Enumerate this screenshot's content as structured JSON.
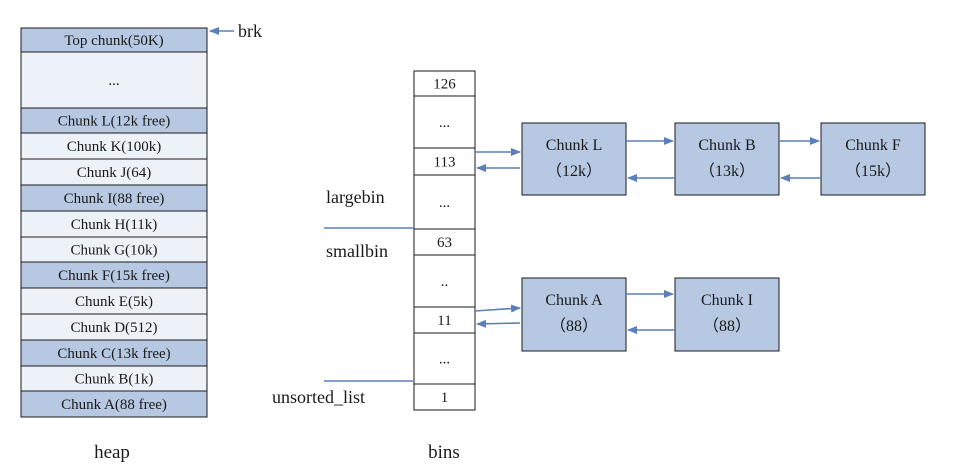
{
  "heap": {
    "brk_label": "brk",
    "caption": "heap",
    "cells": [
      {
        "label": "Top chunk(50K)",
        "kind": "free"
      },
      {
        "label": "...",
        "kind": "blank"
      },
      {
        "label": "Chunk L(12k free)",
        "kind": "free"
      },
      {
        "label": "Chunk K(100k)",
        "kind": "used"
      },
      {
        "label": "Chunk J(64)",
        "kind": "used"
      },
      {
        "label": "Chunk I(88 free)",
        "kind": "free"
      },
      {
        "label": "Chunk H(11k)",
        "kind": "used"
      },
      {
        "label": "Chunk G(10k)",
        "kind": "used"
      },
      {
        "label": "Chunk F(15k free)",
        "kind": "free"
      },
      {
        "label": "Chunk E(5k)",
        "kind": "used"
      },
      {
        "label": "Chunk D(512)",
        "kind": "used"
      },
      {
        "label": "Chunk C(13k free)",
        "kind": "free"
      },
      {
        "label": "Chunk B(1k)",
        "kind": "used"
      },
      {
        "label": "Chunk A(88 free)",
        "kind": "free"
      }
    ]
  },
  "bins": {
    "caption": "bins",
    "cells": [
      "126",
      "...",
      "113",
      "...",
      "63",
      "..",
      "11",
      "...",
      "1"
    ],
    "labels": {
      "largebin": "largebin",
      "smallbin": "smallbin",
      "unsorted": "unsorted_list"
    }
  },
  "chains": {
    "large": [
      {
        "name": "Chunk L",
        "size": "（12k）"
      },
      {
        "name": "Chunk B",
        "size": "（13k）"
      },
      {
        "name": "Chunk F",
        "size": "（15k）"
      }
    ],
    "small": [
      {
        "name": "Chunk A",
        "size": "（88）"
      },
      {
        "name": "Chunk I",
        "size": "（88）"
      }
    ]
  },
  "colors": {
    "free_fill": "#b7c9e2",
    "used_fill": "#edf2f9",
    "node_fill": "#b7c9e2",
    "arrow": "#5b7fb8",
    "line": "#1a1a1a"
  }
}
